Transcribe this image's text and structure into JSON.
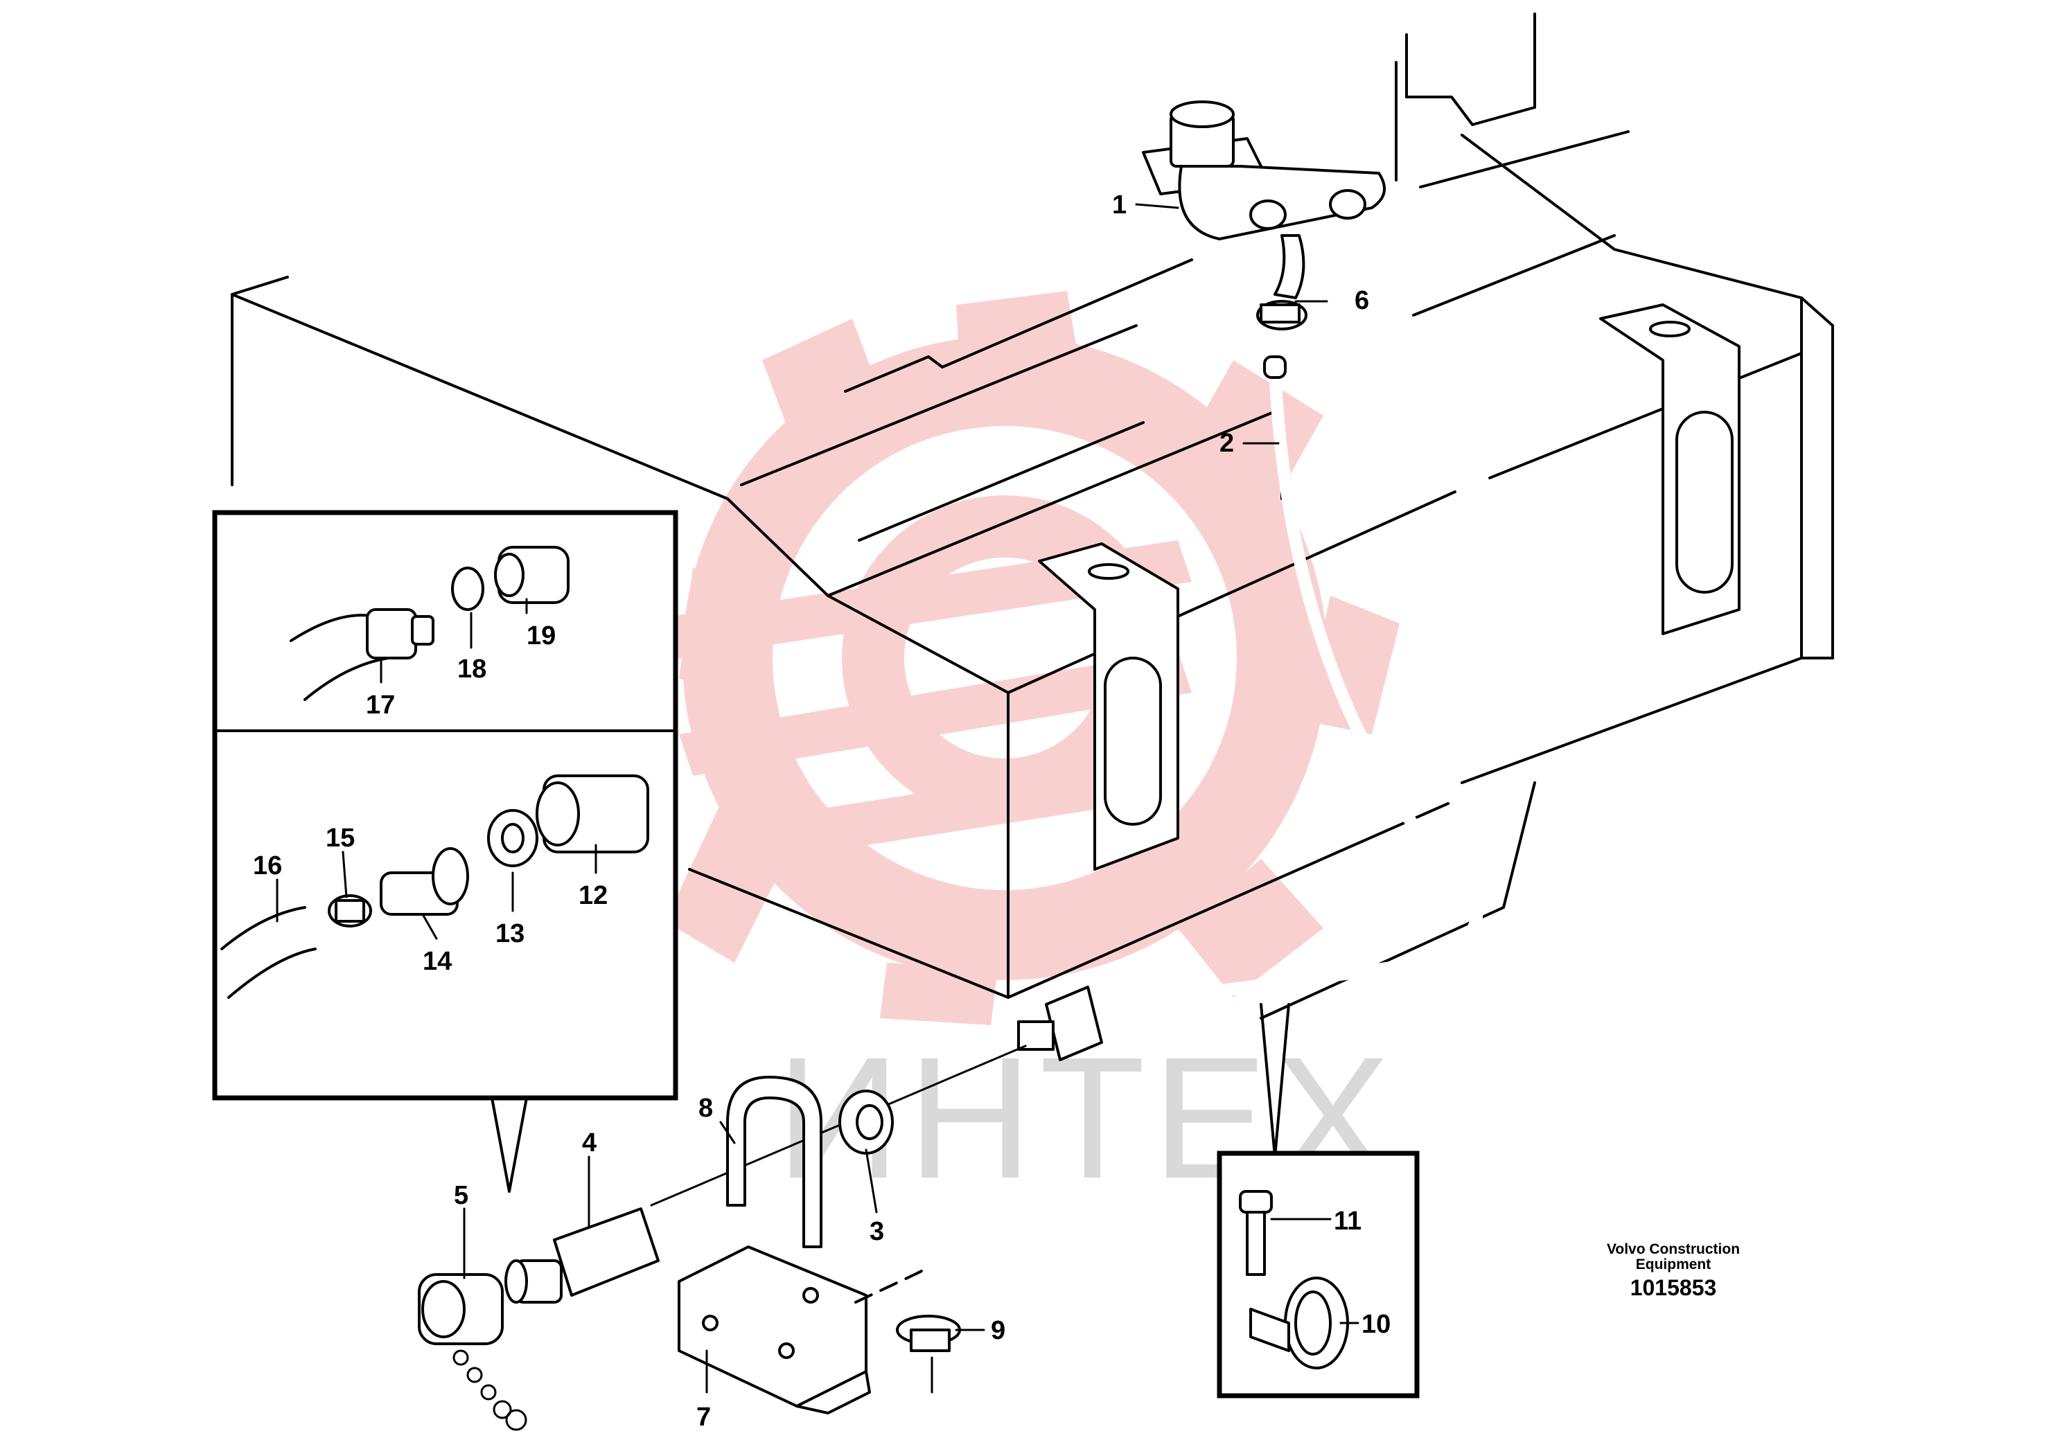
{
  "watermark": {
    "text": "ИНТЕХ",
    "gear_color": "#f8c8c8"
  },
  "caption": {
    "maker_line1": "Volvo Construction",
    "maker_line2": "Equipment",
    "drawing_number": "1015853"
  },
  "callouts": [
    "1",
    "2",
    "3",
    "4",
    "5",
    "6",
    "7",
    "8",
    "9",
    "10",
    "11",
    "12",
    "13",
    "14",
    "15",
    "16",
    "17",
    "18",
    "19"
  ]
}
